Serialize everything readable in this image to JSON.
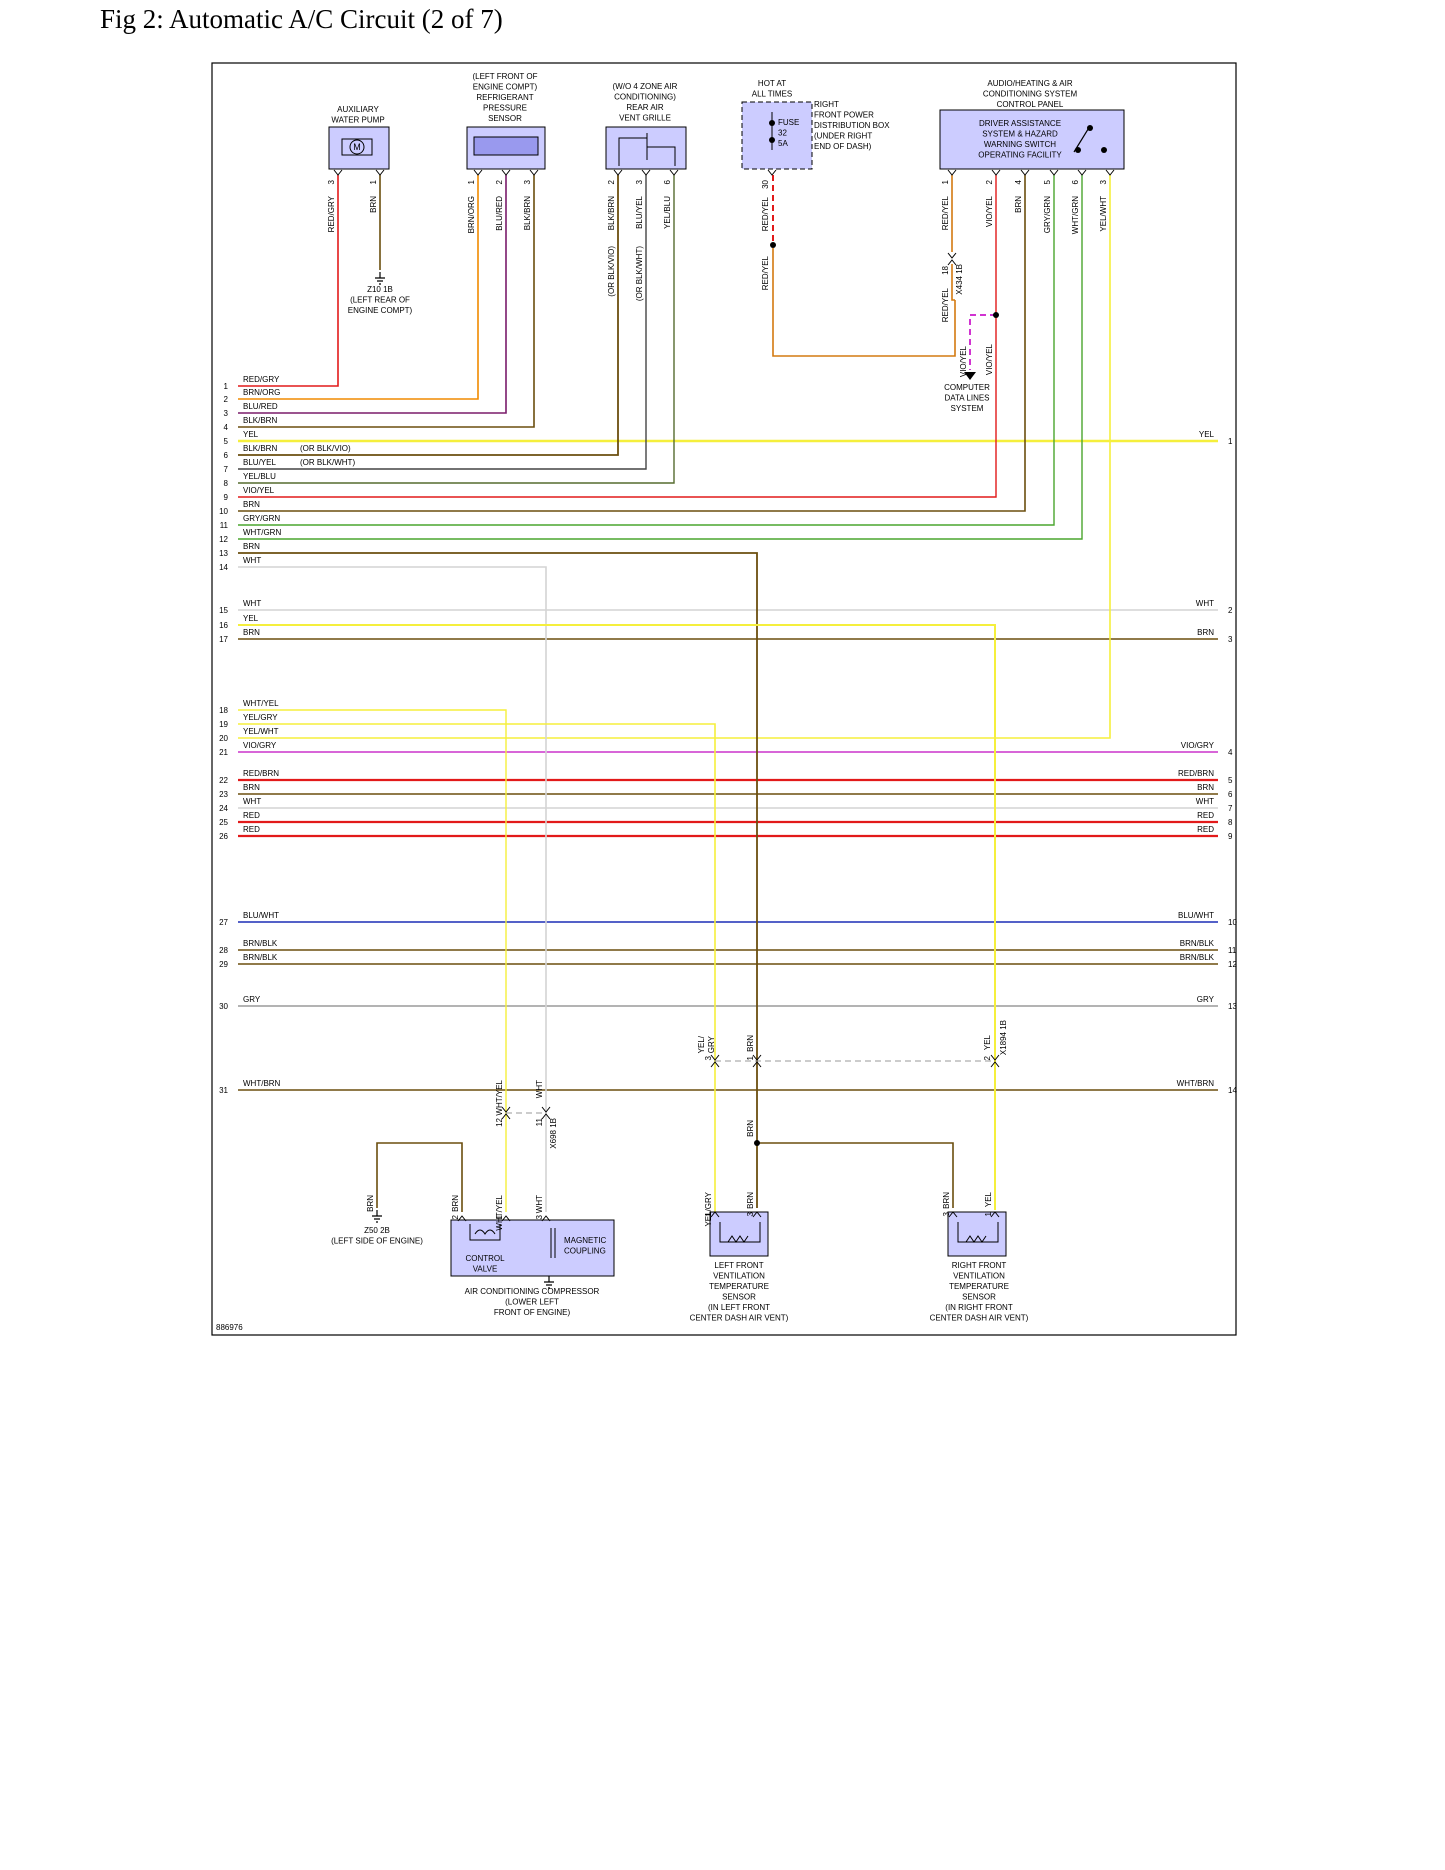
{
  "title": "Fig 2: Automatic A/C Circuit (2 of 7)",
  "figure_id": "886976",
  "colors": {
    "component_fill": "#ccccff",
    "RED": "#e21a1a",
    "BRN": "#6b4e0e",
    "ORG": "#f08a00",
    "BLU": "#1c2db5",
    "YEL": "#f5ef3c",
    "WHT": "#d4d4d4",
    "GRY": "#9a9a9a",
    "GRN": "#4aa52e",
    "VIO": "#cc33cc",
    "BLK": "#222222"
  },
  "components": {
    "aux_pump": [
      "AUXILIARY",
      "WATER PUMP"
    ],
    "aux_pump_symbol": "M",
    "pressure_sensor": [
      "(LEFT FRONT OF",
      "ENGINE COMPT)",
      "REFRIGERANT",
      "PRESSURE",
      "SENSOR"
    ],
    "rear_grille": [
      "(W/O 4 ZONE AIR",
      "CONDITIONING)",
      "REAR AIR",
      "VENT GRILLE"
    ],
    "hot_at": [
      "HOT AT",
      "ALL TIMES"
    ],
    "fuse": [
      "FUSE",
      "32",
      "5A"
    ],
    "fuse_box": [
      "RIGHT",
      "FRONT POWER",
      "DISTRIBUTION BOX",
      "(UNDER RIGHT",
      "END OF DASH)"
    ],
    "control_panel_title": [
      "AUDIO/HEATING & AIR",
      "CONDITIONING SYSTEM",
      "CONTROL PANEL"
    ],
    "control_panel_inner": [
      "DRIVER ASSISTANCE",
      "SYSTEM & HAZARD",
      "WARNING SWITCH",
      "OPERATING FACILITY"
    ],
    "ground_z10": [
      "Z10 1B",
      "(LEFT REAR OF",
      "ENGINE COMPT)"
    ],
    "computer_data": [
      "COMPUTER",
      "DATA LINES",
      "SYSTEM"
    ],
    "ground_z50": [
      "Z50 2B",
      "(LEFT SIDE OF ENGINE)"
    ],
    "control_valve": [
      "CONTROL",
      "VALVE"
    ],
    "magnetic_coupling": [
      "MAGNETIC",
      "COUPLING"
    ],
    "compressor": [
      "AIR CONDITIONING COMPRESSOR",
      "(LOWER LEFT",
      "FRONT OF ENGINE)"
    ],
    "left_sensor": [
      "LEFT FRONT",
      "VENTILATION",
      "TEMPERATURE",
      "SENSOR",
      "(IN LEFT FRONT",
      "CENTER DASH AIR VENT)"
    ],
    "right_sensor": [
      "RIGHT FRONT",
      "VENTILATION",
      "TEMPERATURE",
      "SENSOR",
      "(IN RIGHT FRONT",
      "CENTER DASH AIR VENT)"
    ]
  },
  "bus_left": [
    {
      "n": "1",
      "c": "RED/GRY"
    },
    {
      "n": "2",
      "c": "BRN/ORG"
    },
    {
      "n": "3",
      "c": "BLU/RED"
    },
    {
      "n": "4",
      "c": "BLK/BRN"
    },
    {
      "n": "5",
      "c": "YEL"
    },
    {
      "n": "6",
      "c": "BLK/BRN",
      "alt": "(OR BLK/VIO)"
    },
    {
      "n": "7",
      "c": "BLU/YEL",
      "alt": "(OR BLK/WHT)"
    },
    {
      "n": "8",
      "c": "YEL/BLU"
    },
    {
      "n": "9",
      "c": "VIO/YEL"
    },
    {
      "n": "10",
      "c": "BRN"
    },
    {
      "n": "11",
      "c": "GRY/GRN"
    },
    {
      "n": "12",
      "c": "WHT/GRN"
    },
    {
      "n": "13",
      "c": "BRN"
    },
    {
      "n": "14",
      "c": "WHT"
    },
    {
      "n": "15",
      "c": "WHT"
    },
    {
      "n": "16",
      "c": "YEL"
    },
    {
      "n": "17",
      "c": "BRN"
    },
    {
      "n": "18",
      "c": "WHT/YEL"
    },
    {
      "n": "19",
      "c": "YEL/GRY"
    },
    {
      "n": "20",
      "c": "YEL/WHT"
    },
    {
      "n": "21",
      "c": "VIO/GRY"
    },
    {
      "n": "22",
      "c": "RED/BRN"
    },
    {
      "n": "23",
      "c": "BRN"
    },
    {
      "n": "24",
      "c": "WHT"
    },
    {
      "n": "25",
      "c": "RED"
    },
    {
      "n": "26",
      "c": "RED"
    },
    {
      "n": "27",
      "c": "BLU/WHT"
    },
    {
      "n": "28",
      "c": "BRN/BLK"
    },
    {
      "n": "29",
      "c": "BRN/BLK"
    },
    {
      "n": "30",
      "c": "GRY"
    },
    {
      "n": "31",
      "c": "WHT/BRN"
    }
  ],
  "bus_right": [
    {
      "n": "1",
      "c": "YEL"
    },
    {
      "n": "2",
      "c": "WHT"
    },
    {
      "n": "3",
      "c": "BRN"
    },
    {
      "n": "4",
      "c": "VIO/GRY"
    },
    {
      "n": "5",
      "c": "RED/BRN"
    },
    {
      "n": "6",
      "c": "BRN"
    },
    {
      "n": "7",
      "c": "WHT"
    },
    {
      "n": "8",
      "c": "RED"
    },
    {
      "n": "9",
      "c": "RED"
    },
    {
      "n": "10",
      "c": "BLU/WHT"
    },
    {
      "n": "11",
      "c": "BRN/BLK"
    },
    {
      "n": "12",
      "c": "BRN/BLK"
    },
    {
      "n": "13",
      "c": "GRY"
    },
    {
      "n": "14",
      "c": "WHT/BRN"
    }
  ],
  "vlabels": {
    "pump": [
      {
        "p": "3",
        "c": "RED/GRY"
      },
      {
        "p": "1",
        "c": "BRN"
      }
    ],
    "sensor": [
      {
        "p": "1",
        "c": "BRN/ORG"
      },
      {
        "p": "2",
        "c": "BLU/RED"
      },
      {
        "p": "3",
        "c": "BLK/BRN"
      }
    ],
    "grille": [
      {
        "p": "2",
        "c": "BLK/BRN",
        "alt": "(OR BLK/VIO)"
      },
      {
        "p": "3",
        "c": "BLU/YEL",
        "alt": "(OR BLK/WHT)"
      },
      {
        "p": "6",
        "c": "YEL/BLU"
      }
    ],
    "fuse_pin": "30",
    "fuse_wire": "RED/YEL",
    "panel": [
      {
        "p": "1",
        "c": "RED/YEL"
      },
      {
        "p": "2",
        "c": "VIO/YEL"
      },
      {
        "p": "4",
        "c": "BRN"
      },
      {
        "p": "5",
        "c": "GRY/GRN"
      },
      {
        "p": "6",
        "c": "WHT/GRN"
      },
      {
        "p": "3",
        "c": "YEL/WHT"
      }
    ],
    "x434": [
      "18",
      "X434 1B"
    ],
    "x434_wires": [
      "RED/YEL",
      "VIO/YEL",
      "VIO/YEL"
    ],
    "x1894": [
      "YEL/",
      "GRY",
      "BRN",
      "YEL",
      "X1894 1B",
      "3",
      "1",
      "2"
    ],
    "x698": [
      "WHT/YEL",
      "WHT",
      "12",
      "11",
      "X698 1B"
    ],
    "comp": [
      "BRN",
      "BRN",
      "WHT/YEL",
      "WHT",
      "2",
      "1",
      "3"
    ],
    "lsens": [
      "BRN",
      "YEL/GRY",
      "BRN",
      "1",
      "3"
    ],
    "rsens": [
      "BRN",
      "YEL",
      "3",
      "1"
    ]
  }
}
